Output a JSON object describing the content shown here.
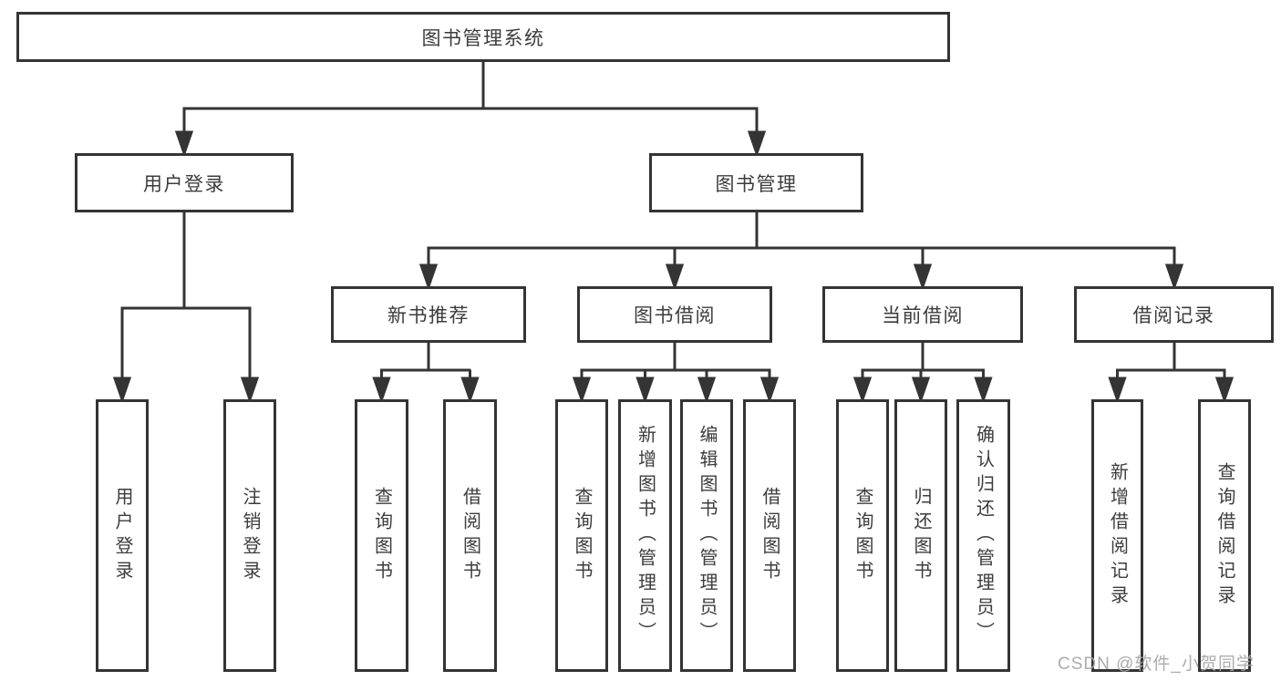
{
  "tree": {
    "label": "图书管理系统",
    "children": [
      {
        "label": "用户登录",
        "children": [
          {
            "label": "用户登录"
          },
          {
            "label": "注销登录"
          }
        ]
      },
      {
        "label": "图书管理",
        "children": [
          {
            "label": "新书推荐",
            "children": [
              {
                "label": "查询图书"
              },
              {
                "label": "借阅图书"
              }
            ]
          },
          {
            "label": "图书借阅",
            "children": [
              {
                "label": "查询图书"
              },
              {
                "label": "新增图书（管理员）"
              },
              {
                "label": "编辑图书（管理员）"
              },
              {
                "label": "借阅图书"
              }
            ]
          },
          {
            "label": "当前借阅",
            "children": [
              {
                "label": "查询图书"
              },
              {
                "label": "归还图书"
              },
              {
                "label": "确认归还（管理员）"
              }
            ]
          },
          {
            "label": "借阅记录",
            "children": [
              {
                "label": "新增借阅记录"
              },
              {
                "label": "查询借阅记录"
              }
            ]
          }
        ]
      }
    ]
  },
  "watermark": {
    "text": "CSDN @软件_小贺同学"
  },
  "colors": {
    "line": "#343434",
    "text": "#3c3c3c",
    "background": "#ffffff",
    "watermark": "#a8a8a8"
  }
}
